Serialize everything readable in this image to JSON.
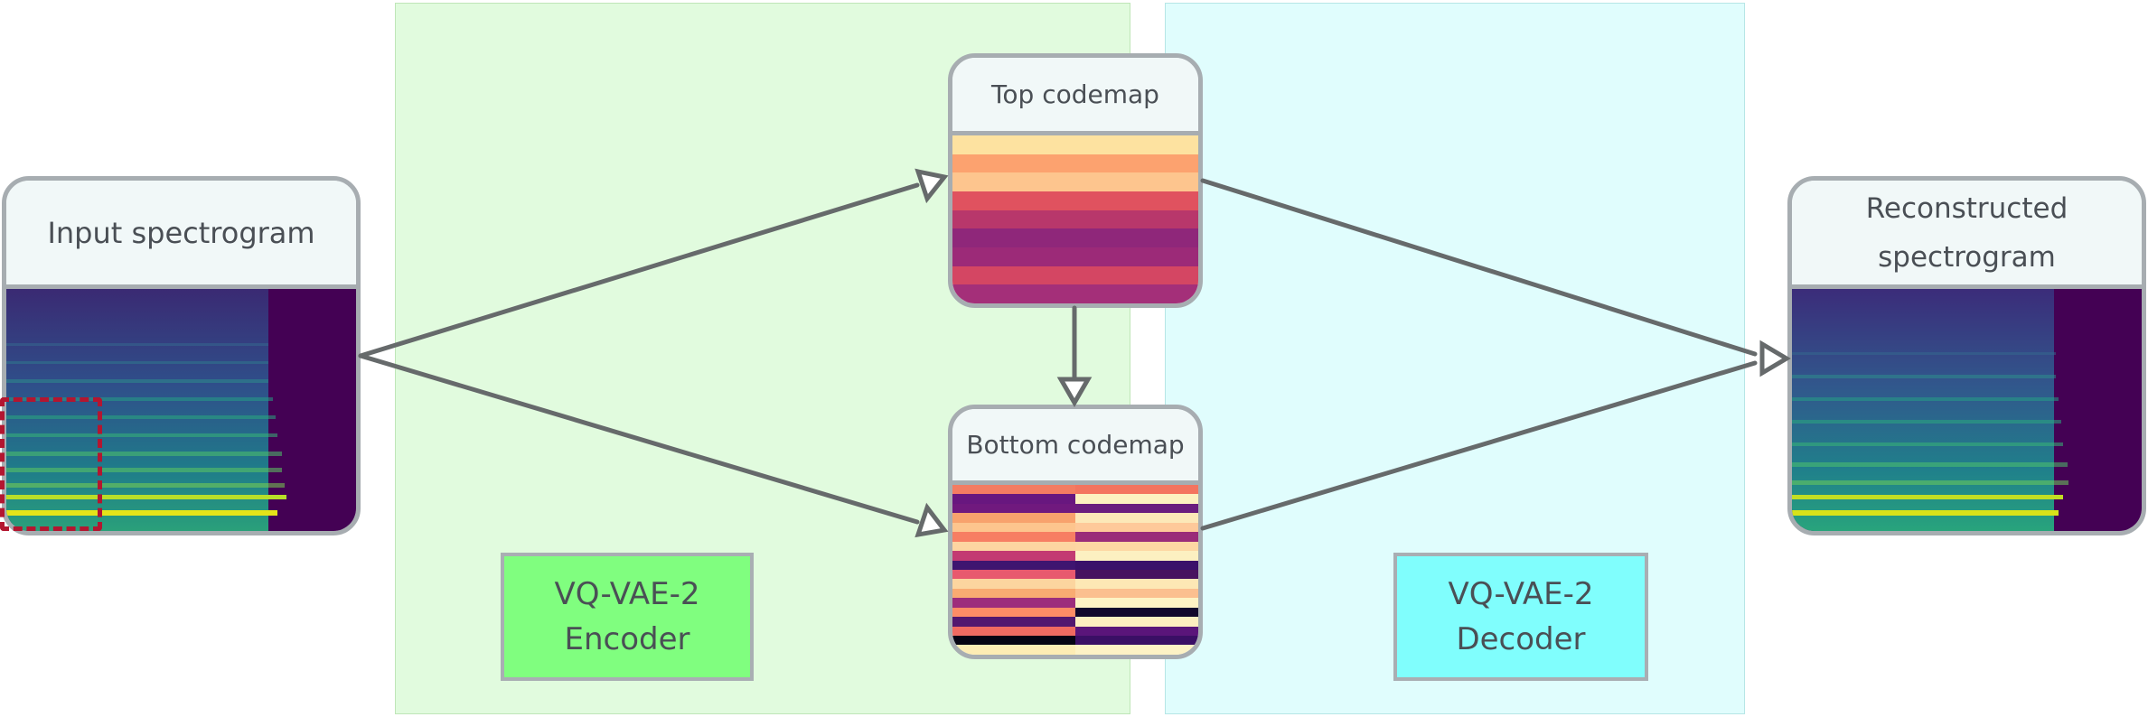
{
  "regions": {
    "encoder_label": "VQ-VAE-2\nEncoder",
    "decoder_label": "VQ-VAE-2\nDecoder"
  },
  "cards": {
    "input": "Input spectrogram",
    "top": "Top codemap",
    "bottom": "Bottom codemap",
    "reconstructed": "Reconstructed\nspectrogram"
  },
  "colors": {
    "encoder_region": "#e1fbde",
    "decoder_region": "#e0fdfd",
    "encoder_label": "#80fe7f",
    "decoder_label": "#80fefd",
    "arrow": "#666a6b",
    "crop_marker": "#b31630"
  },
  "top_codemap_colors": [
    "#fde2a0",
    "#fca26f",
    "#fdc58e",
    "#e0525f",
    "#b8376b",
    "#8f277a",
    "#9c2a78",
    "#d44663",
    "#a42f79"
  ],
  "bottom_codemap_left": [
    "#f47c62",
    "#68177f",
    "#70197e",
    "#f8a26d",
    "#fdc58e",
    "#f77e63",
    "#fdd5a1",
    "#c33a72",
    "#3e1570",
    "#e8596e",
    "#fcd59f",
    "#f9ab72",
    "#9d2d7c",
    "#fd8c66",
    "#52176f",
    "#f06a61",
    "#060413",
    "#fdecb4"
  ],
  "bottom_codemap_right": [
    "#f4745f",
    "#fdf1c0",
    "#6a1d7e",
    "#fce8b8",
    "#fec99a",
    "#9a2b79",
    "#fdd7a3",
    "#fcf0c1",
    "#3a116a",
    "#47135f",
    "#fde8b5",
    "#fbbf8f",
    "#fdf3c4",
    "#11072c",
    "#fdeec0",
    "#5a157a",
    "#3a0f65",
    "#fdf2c5"
  ]
}
